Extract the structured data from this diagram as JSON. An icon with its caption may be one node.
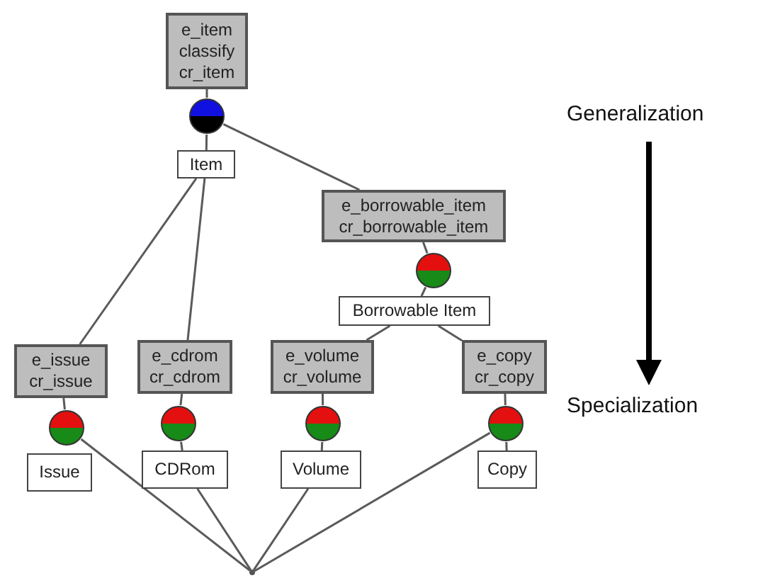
{
  "diagram": {
    "nodes": [
      {
        "text": [
          "e_item classify cr_item"
        ]
      },
      {
        "text": [],
        "shape": "circle"
      },
      {
        "text": [
          "Item"
        ]
      },
      {
        "text": [
          "e_borrowable_item cr_borrowable_item"
        ]
      },
      {
        "text": [],
        "shape": "circle"
      },
      {
        "text": [
          "Borrowable Item"
        ]
      },
      {
        "text": [
          "e_issue cr_issue"
        ]
      },
      {
        "text": [],
        "shape": "circle"
      },
      {
        "text": [
          "Issue"
        ]
      },
      {
        "text": [
          "e_cdrom cr_cdrom"
        ]
      },
      {
        "text": [],
        "shape": "circle"
      },
      {
        "text": [
          "CDRom"
        ]
      },
      {
        "text": [
          "e_volume cr_volume"
        ]
      },
      {
        "text": [],
        "shape": "circle"
      },
      {
        "text": [
          "Volume"
        ]
      },
      {
        "text": [
          "e_copy cr_copy"
        ]
      },
      {
        "text": [],
        "shape": "circle"
      },
      {
        "text": [
          "Copy"
        ]
      },
      {
        "text": [],
        "shape": "point"
      }
    ],
    "edges": [
      {
        "from": 0,
        "to": 1,
        "arrow": "none"
      },
      {
        "from": 1,
        "to": 2,
        "arrow": "none"
      },
      {
        "from": 1,
        "to": 3,
        "arrow": "none"
      },
      {
        "from": 2,
        "to": 6,
        "arrow": "none"
      },
      {
        "from": 2,
        "to": 9,
        "arrow": "none"
      },
      {
        "from": 3,
        "to": 4,
        "arrow": "none"
      },
      {
        "from": 4,
        "to": 5,
        "arrow": "none"
      },
      {
        "from": 5,
        "to": 12,
        "arrow": "none"
      },
      {
        "from": 5,
        "to": 15,
        "arrow": "none"
      },
      {
        "from": 6,
        "to": 7,
        "arrow": "none"
      },
      {
        "from": 7,
        "to": 18,
        "arrow": "none"
      },
      {
        "from": 9,
        "to": 10,
        "arrow": "none"
      },
      {
        "from": 10,
        "to": 11,
        "arrow": "none"
      },
      {
        "from": 11,
        "to": 18,
        "arrow": "none"
      },
      {
        "from": 12,
        "to": 13,
        "arrow": "none"
      },
      {
        "from": 13,
        "to": 14,
        "arrow": "none"
      },
      {
        "from": 14,
        "to": 18,
        "arrow": "none"
      },
      {
        "from": 15,
        "to": 16,
        "arrow": "none"
      },
      {
        "from": 16,
        "to": 17,
        "arrow": "none"
      },
      {
        "from": 16,
        "to": 18,
        "arrow": "none"
      }
    ],
    "labels": [
      "Generalization",
      "Specialization"
    ]
  }
}
